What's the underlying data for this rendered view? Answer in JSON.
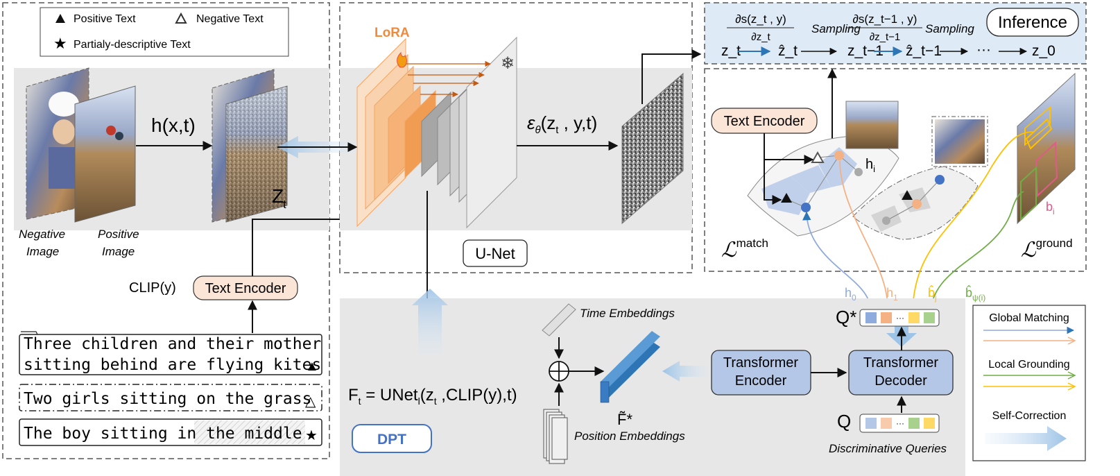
{
  "legend": {
    "positive": "Positive Text",
    "negative": "Negative Text",
    "partial": "Partialy-descriptive Text"
  },
  "left_panel": {
    "negative_image_label": [
      "Negative",
      "Image"
    ],
    "positive_image_label": [
      "Positive",
      "Image"
    ],
    "noise_fn": "h(x,t)",
    "latent_label": "Z",
    "latent_sub": "t",
    "clip_label": "CLIP(y)",
    "text_encoder": "Text Encoder",
    "texts": [
      {
        "line1": "Three children and their mother",
        "line2": "sitting behind are flying kites",
        "marker": "▲"
      },
      {
        "line1": "Two girls sitting on the grass",
        "marker": "△"
      },
      {
        "line1": "The boy sitting in the middle",
        "marker": "★"
      }
    ]
  },
  "unet_panel": {
    "lora": "LoRA",
    "output_eq": "ε_θ(z_t , y,t)",
    "unet_label": "U-Net",
    "flame_icon": "flame-icon",
    "snowflake_icon": "snowflake-icon"
  },
  "inference_panel": {
    "title": "Inference",
    "sampling": "Sampling",
    "grad1": "∂s(z_t , y)",
    "grad1_den": "∂z_t",
    "grad2": "∂s(z_t−1 , y)",
    "grad2_den": "∂z_t−1",
    "seq": [
      "z_t",
      "ẑ_t",
      "z_t−1",
      "ẑ_t−1",
      "···",
      "z_0"
    ]
  },
  "match_panel": {
    "text_encoder": "Text Encoder",
    "h_i": "h_i",
    "b_i": "b_i",
    "l_match": "ℒ^match",
    "l_ground": "ℒ^ground"
  },
  "dpt_panel": {
    "time_embeddings": "Time Embeddings",
    "position_embeddings": "Position Embeddings",
    "ft_eq": "F_t = UNet_l (z_t ,CLIP(y),t)",
    "f_star": "F̃*",
    "transformer_encoder": [
      "Transformer",
      "Encoder"
    ],
    "transformer_decoder": [
      "Transformer",
      "Decoder"
    ],
    "q_star": "Q*",
    "q": "Q",
    "discriminative_queries": "Discriminative Queries",
    "dpt_label": "DPT",
    "h0": "h_0",
    "h1": "h_1",
    "bj": "b̂_j",
    "bpsi": "b̂_ψ(i)"
  },
  "right_legend": {
    "global": "Global Matching",
    "local": "Local Grounding",
    "self": "Self-Correction"
  },
  "colors": {
    "lora_orange": "#f4a460",
    "lora_text": "#f08a3c",
    "blue_box": "#b4c7e7",
    "encoder_fill": "#fbe5d6",
    "match_blue": "#8faadc",
    "match_orange": "#f4b183",
    "ground_yellow": "#ffc000",
    "ground_green": "#70ad47",
    "ground_pink": "#e05a8a",
    "dpt_blue": "#4472c4"
  }
}
